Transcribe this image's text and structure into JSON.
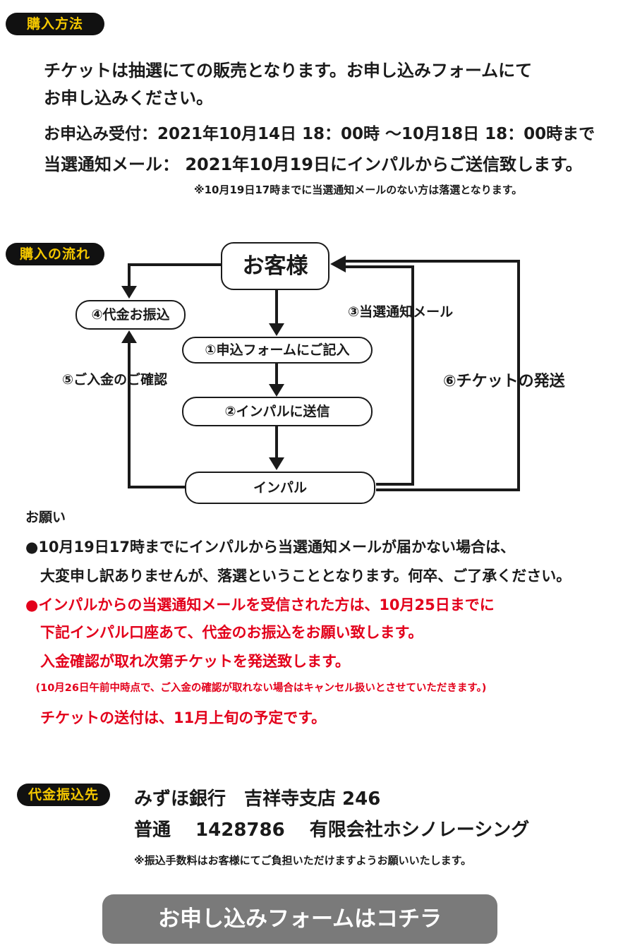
{
  "purchase": {
    "badge": "購入方法",
    "lines": [
      "チケットは抽選にての販売となります。お申し込みフォームにて",
      "お申し込みください。",
      "お申込み受付：2021年10月14日 18：00時 ～10月18日 18：00時まで",
      "当選通知メール： 2021年10月19日にインパルからご送信致します。"
    ],
    "note": "※10月19日17時までに当選通知メールのない方は落選となります。"
  },
  "flow": {
    "badge": "購入の流れ",
    "customer": "お客様",
    "payment": "④代金お振込",
    "step1": "①申込フォームにご記入",
    "step2": "②インパルに送信",
    "impal": "インパル",
    "win_mail": "③当選通知メール",
    "confirm": "⑤ご入金のご確認",
    "ticket_ship": "⑥チケットの発送"
  },
  "request": {
    "heading": "お願い",
    "black_lines": [
      "●10月19日17時までにインパルから当選通知メールが届かない場合は、",
      "　大変申し訳ありませんが、落選ということとなります。何卒、ご了承ください。"
    ],
    "red_lines": [
      "●インパルからの当選通知メールを受信された方は、10月25日までに",
      "　下記インパル口座あて、代金のお振込をお願い致します。",
      "　入金確認が取れ次第チケットを発送致します。"
    ],
    "red_small": "　(10月26日午前中時点で、ご入金の確認が取れない場合はキャンセル扱いとさせていただきます。)",
    "red_last": "　チケットの送付は、11月上旬の予定です。"
  },
  "bank": {
    "badge": "代金振込先",
    "line1": "みずほ銀行　吉祥寺支店  246",
    "line2": "普通　 1428786　 有限会社ホシノレーシング",
    "note": "※振込手数料はお客様にてご負担いただけますようお願いいたします。"
  },
  "cta_label": "お申し込みフォームはコチラ",
  "colors": {
    "badge_bg": "#111111",
    "badge_text": "#f5c800",
    "alert": "#e3001b",
    "cta_bg": "#7a7a7a"
  }
}
